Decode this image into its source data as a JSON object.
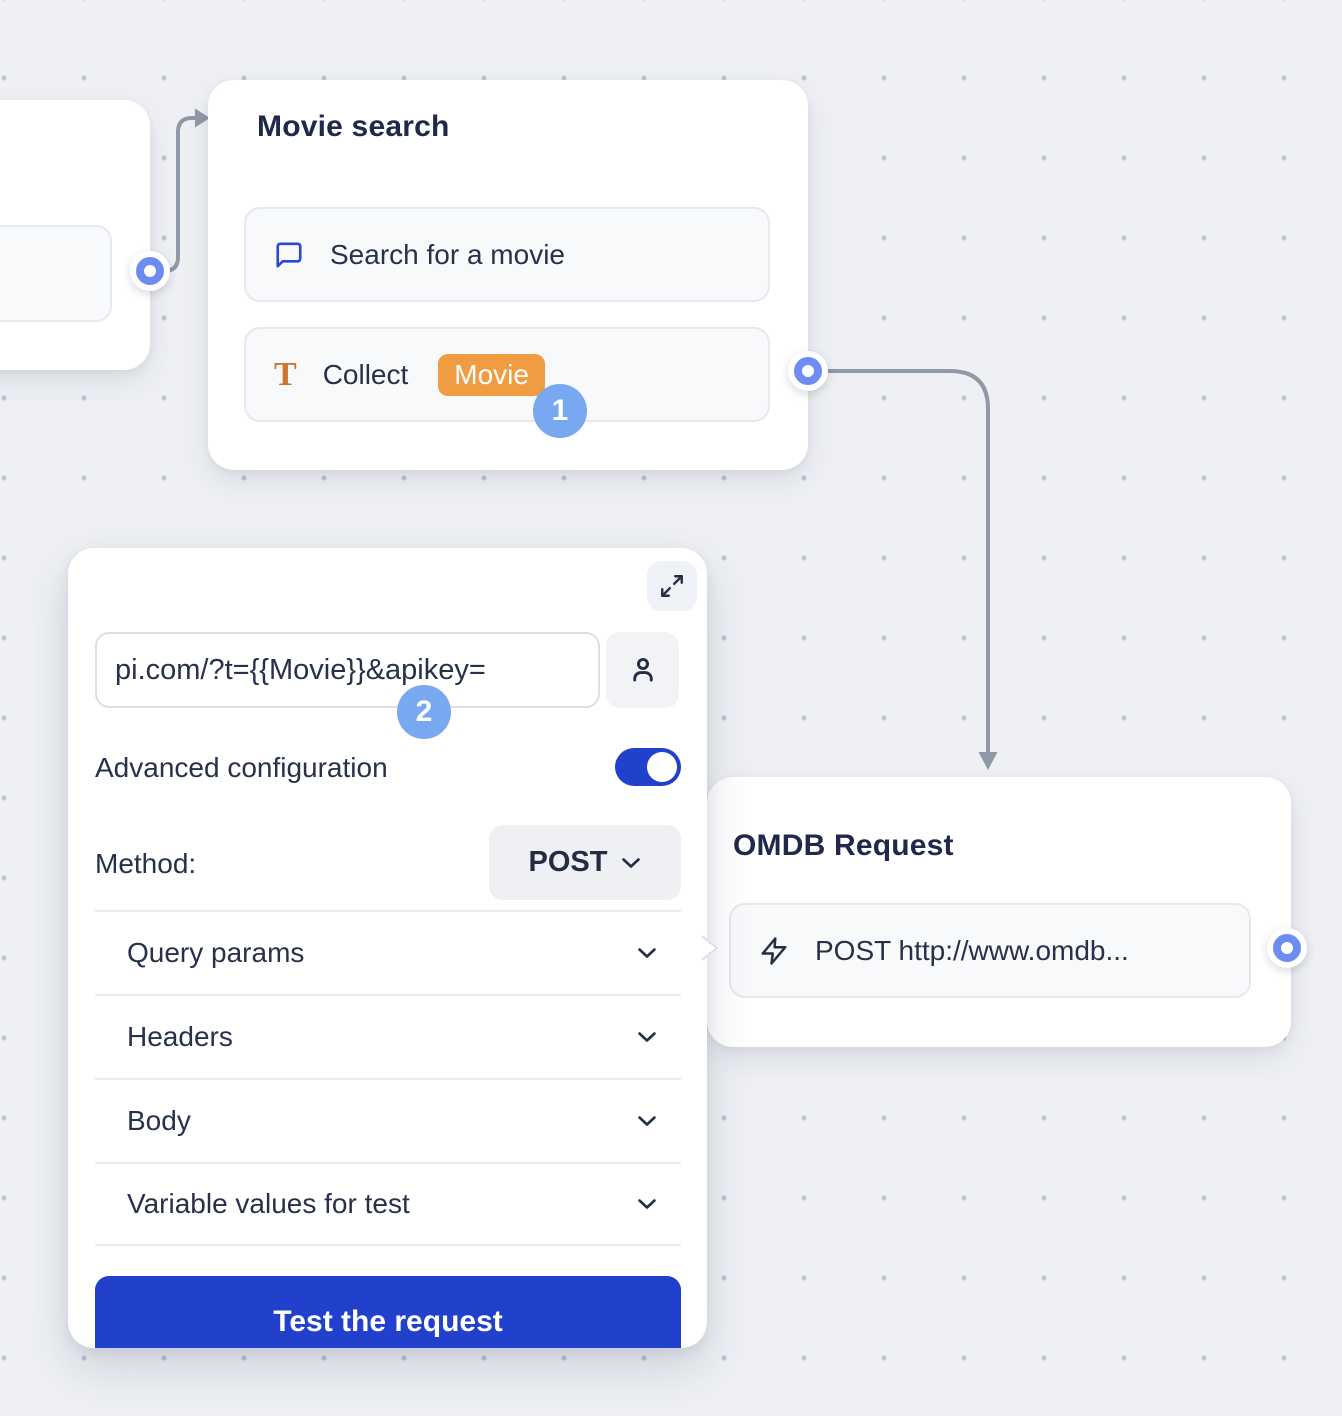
{
  "canvas": {
    "background": "#eef0f4",
    "dot_color": "#bdc4d3"
  },
  "colors": {
    "accent_blue": "#2140cc",
    "step_badge_blue": "#78a8f0",
    "port_blue": "#6d8cf2",
    "variable_badge_orange": "#f09c43",
    "text_icon_orange": "#d0752a",
    "chat_icon_blue": "#2848d8",
    "connector_gray": "#9199a8",
    "text_dark": "#273149"
  },
  "nodes": {
    "movie_search": {
      "title": "Movie search",
      "items": [
        {
          "icon": "chat-bubble-icon",
          "label": "Search for a movie"
        },
        {
          "icon": "text-variable-icon",
          "label": "Collect",
          "variable_badge": "Movie"
        }
      ]
    },
    "omdb_request": {
      "title": "OMDB Request",
      "items": [
        {
          "icon": "lightning-icon",
          "label": "POST http://www.omdb..."
        }
      ]
    }
  },
  "config_panel": {
    "url_input": {
      "value": "pi.com/?t={{Movie}}&apikey="
    },
    "advanced_configuration_label": "Advanced configuration",
    "advanced_configuration_on": true,
    "method_label": "Method:",
    "method_value": "POST",
    "sections": [
      {
        "label": "Query params"
      },
      {
        "label": "Headers"
      },
      {
        "label": "Body"
      },
      {
        "label": "Variable values for test"
      }
    ],
    "test_button_label": "Test the request"
  },
  "annotations": {
    "step_1": "1",
    "step_2": "2"
  }
}
